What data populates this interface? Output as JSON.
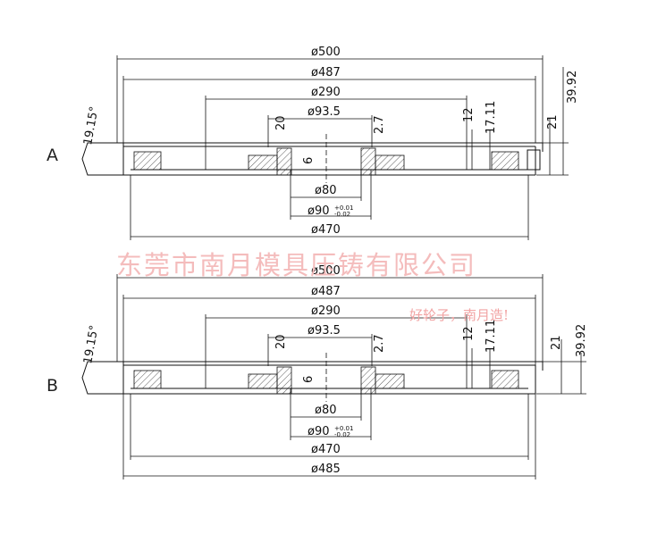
{
  "watermark": {
    "company": "东莞市南月模具压铸有限公司",
    "slogan": "好轮子，南月造!"
  },
  "views": [
    {
      "label": "A",
      "angle": "19.15°",
      "diameters": {
        "d500": "ø500",
        "d487": "ø487",
        "d290": "ø290",
        "d93_5": "ø93.5",
        "d80": "ø80",
        "d90": "ø90",
        "d90_tol_upper": "+0.01",
        "d90_tol_lower": "-0.02",
        "d470": "ø470"
      },
      "heights": {
        "h20": "20",
        "h2_7": "2.7",
        "h6": "6",
        "h12": "12",
        "h17_11": "17.11",
        "h21": "21",
        "h39_92": "39.92"
      }
    },
    {
      "label": "B",
      "angle": "19.15°",
      "diameters": {
        "d500": "ø500",
        "d487": "ø487",
        "d290": "ø290",
        "d93_5": "ø93.5",
        "d80": "ø80",
        "d90": "ø90",
        "d90_tol_upper": "+0.01",
        "d90_tol_lower": "-0.02",
        "d470": "ø470",
        "d485": "ø485"
      },
      "heights": {
        "h20": "20",
        "h2_7": "2.7",
        "h6": "6",
        "h12": "12",
        "h17_11": "17.11",
        "h21": "21",
        "h39_92": "39.92"
      }
    }
  ]
}
